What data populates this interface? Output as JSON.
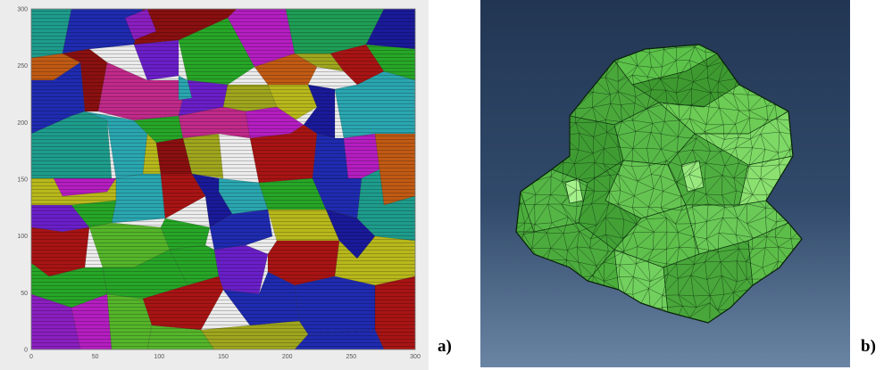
{
  "figure": {
    "panel_a": {
      "label": "a)",
      "x_ticks": [
        "0",
        "50",
        "100",
        "150",
        "200",
        "250",
        "300"
      ],
      "y_ticks": [
        "0",
        "50",
        "100",
        "150",
        "200",
        "250",
        "300"
      ],
      "colors": {
        "teal": "#1e9c8c",
        "blue": "#1f2bb0",
        "navy": "#1a1a9a",
        "purple": "#8a1fbf",
        "magenta": "#b41ec0",
        "red": "#a81414",
        "darkred": "#8a1010",
        "orange": "#c05a14",
        "olive": "#9fa61e",
        "yellow": "#b8b81c",
        "green": "#27a627",
        "lime": "#55b52a",
        "cyan": "#2aa6b0",
        "seagreen": "#1f9e55",
        "pink": "#c02a8a",
        "violet": "#6a1fc8"
      }
    },
    "panel_b": {
      "label": "b)",
      "mesh_color": "#4cae3c",
      "background_top": "#223653",
      "background_bottom": "#6a84a4"
    }
  }
}
